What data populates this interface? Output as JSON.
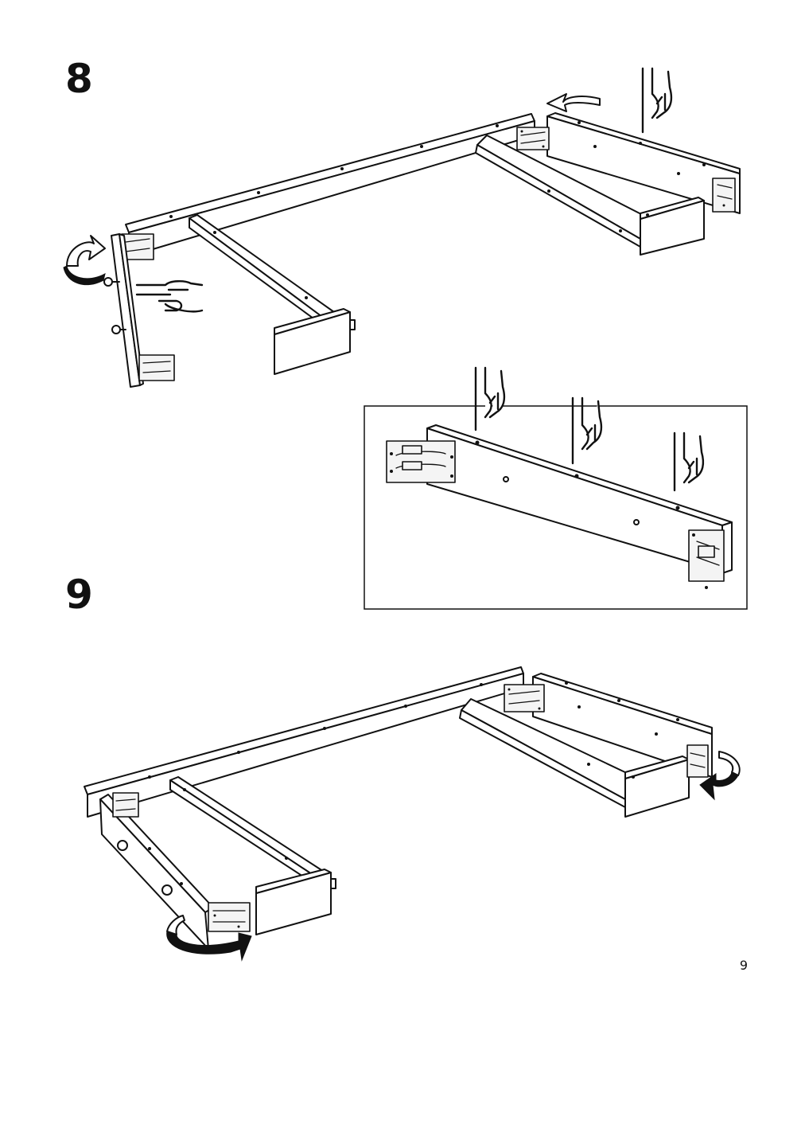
{
  "steps": [
    {
      "number": "8"
    },
    {
      "number": "9"
    }
  ],
  "page": {
    "number": "9"
  },
  "icons": [
    "hand-point-down-icon",
    "hand-point-right-icon",
    "curved-arrow-icon",
    "bracket-icon"
  ]
}
